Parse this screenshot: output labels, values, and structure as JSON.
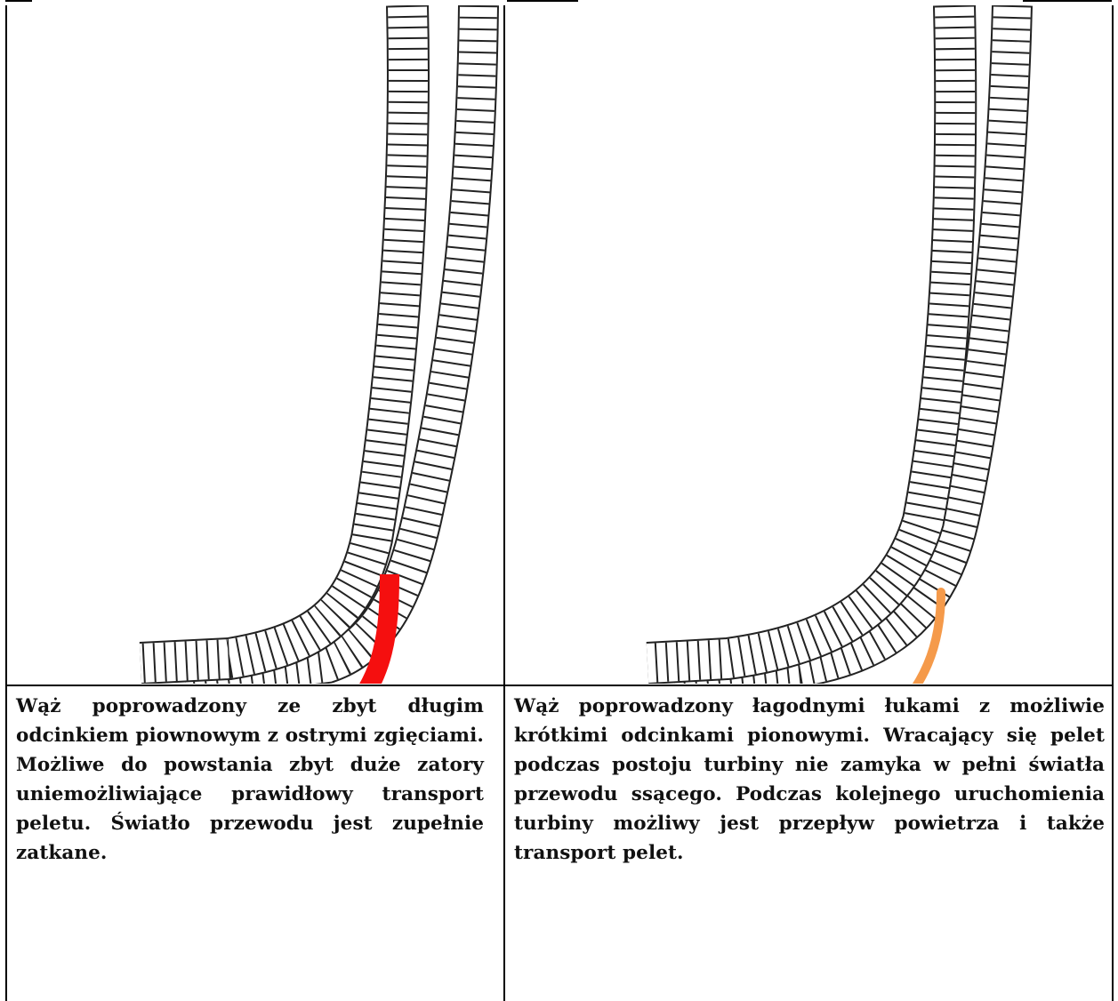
{
  "panels": [
    {
      "id": "left",
      "caption": "Wąż poprowadzony ze zbyt długim odcinkiem piownowym z ostrymi zgięciami. Możliwe do powstania zbyt duże zatory uniemożliwiające prawidłowy transport peletu. Światło przewodu jest zupełnie zatkane.",
      "marker_color": "#f50f0f",
      "arrow_color": "#f08a2c"
    },
    {
      "id": "right",
      "caption": "Wąż poprowadzony łagodnymi łukami z możliwie krótkimi odcinkami pionowymi. Wracający się pelet podczas postoju turbiny nie zamyka w pełni światła przewodu ssącego. Podczas kolejnego uruchomienia turbiny możliwy jest przepływ powietrza i także transport pelet.",
      "marker_color": "#f59a4a",
      "arrow_color": "#f08a2c"
    }
  ]
}
